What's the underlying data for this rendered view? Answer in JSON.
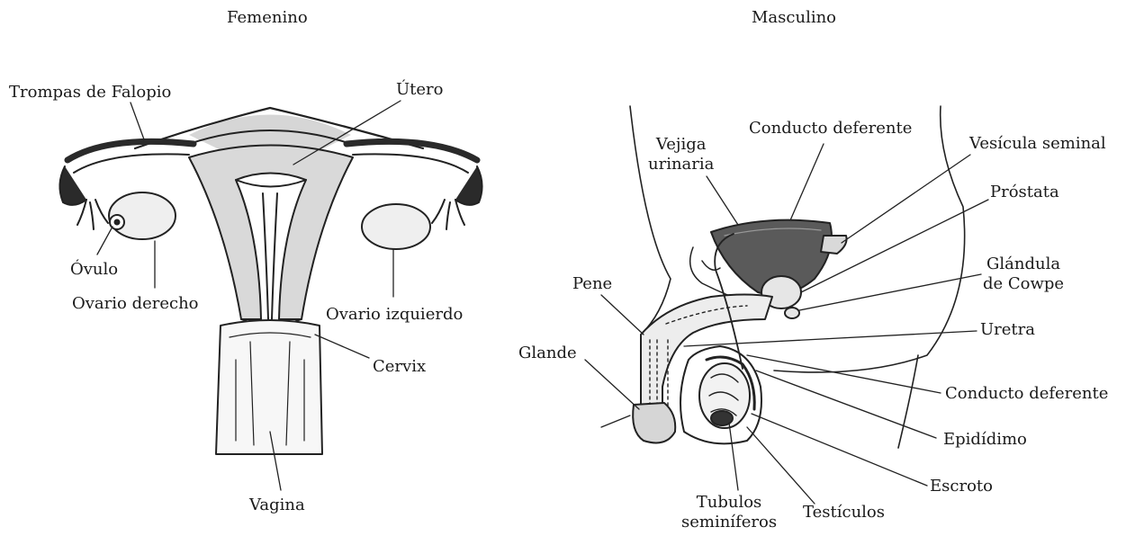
{
  "female": {
    "title": "Femenino",
    "labels": {
      "fallopian": "Trompas de Falopio",
      "uterus": "Útero",
      "ovum": "Óvulo",
      "right_ovary": "Ovario derecho",
      "left_ovary": "Ovario izquierdo",
      "cervix": "Cervix",
      "vagina": "Vagina"
    }
  },
  "male": {
    "title": "Masculino",
    "labels": {
      "bladder_1": "Vejiga",
      "bladder_2": "urinaria",
      "vas_deferens_top": "Conducto deferente",
      "seminal_vesicle": "Vesícula seminal",
      "prostate": "Próstata",
      "cowper_1": "Glándula",
      "cowper_2": "de Cowpe",
      "penis": "Pene",
      "urethra": "Uretra",
      "glans": "Glande",
      "vas_deferens_bottom": "Conducto deferente",
      "epididymis": "Epidídimo",
      "scrotum": "Escroto",
      "tubules_1": "Tubulos",
      "tubules_2": "seminíferos",
      "testicles": "Testículos"
    }
  }
}
